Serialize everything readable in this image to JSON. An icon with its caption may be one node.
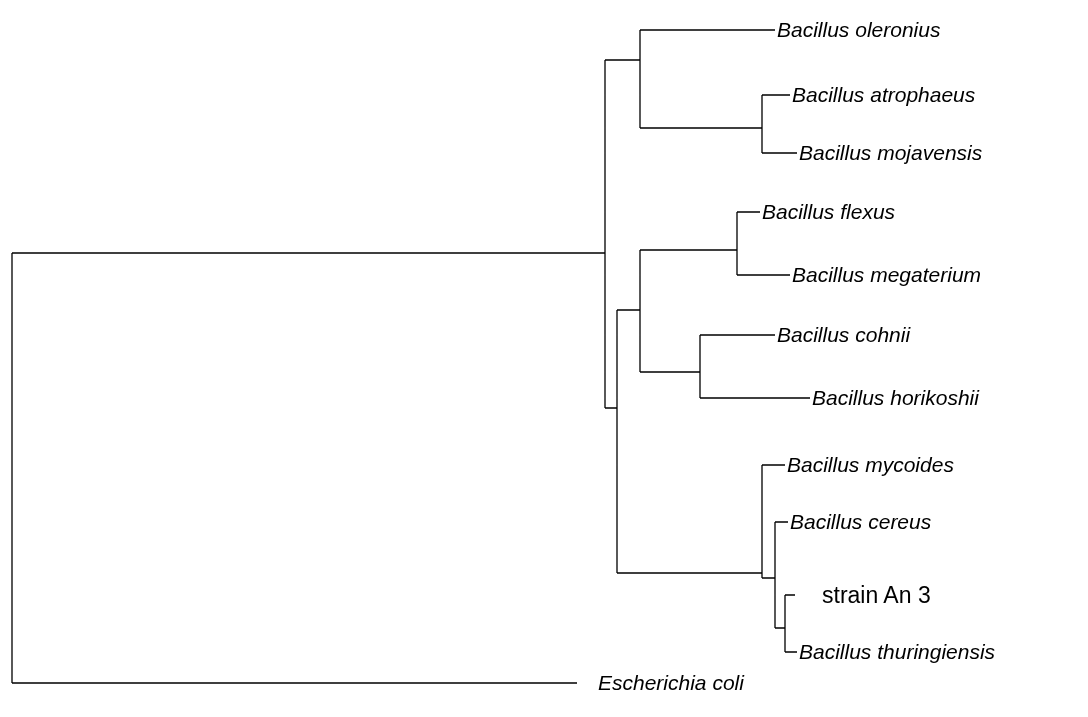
{
  "diagram": {
    "labels": [
      "Bacillus oleronius",
      "Bacillus atrophaeus",
      "Bacillus mojavensis",
      "Bacillus flexus",
      "Bacillus megaterium",
      "Bacillus cohnii",
      "Bacillus horikoshii",
      "Bacillus mycoides",
      "Bacillus cereus",
      "strain An 3",
      "Bacillus thuringiensis",
      "Escherichia coli"
    ]
  }
}
